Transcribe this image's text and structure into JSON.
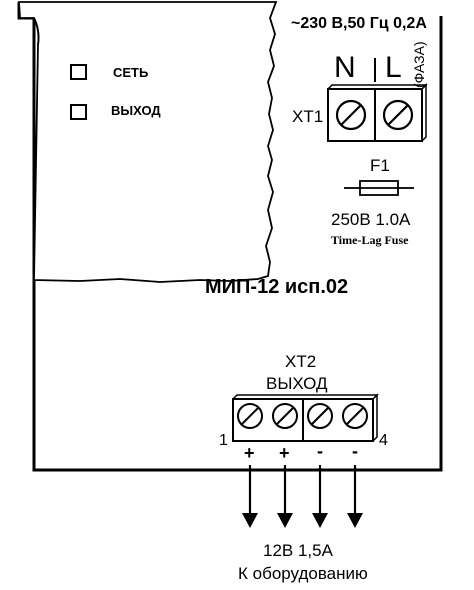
{
  "supply": {
    "text": "~230 В,50 Гц 0,2А"
  },
  "indicators": [
    {
      "label": "СЕТЬ"
    },
    {
      "label": "ВЫХОД"
    }
  ],
  "input_terminal": {
    "designator": "XT1",
    "pin_n": "N",
    "pin_l": "L",
    "phase_note": "(ФАЗА)"
  },
  "fuse": {
    "designator": "F1",
    "rating": "250В 1.0А",
    "type": "Time-Lag Fuse"
  },
  "device": {
    "model": "МИП-12 исп.02"
  },
  "output_terminal": {
    "designator": "XT2",
    "name": "ВЫХОД",
    "pin_first": "1",
    "pin_last": "4",
    "polarities": [
      "+",
      "+",
      "-",
      "-"
    ]
  },
  "output": {
    "rating": "12В 1,5А",
    "destination": "К оборудованию"
  }
}
